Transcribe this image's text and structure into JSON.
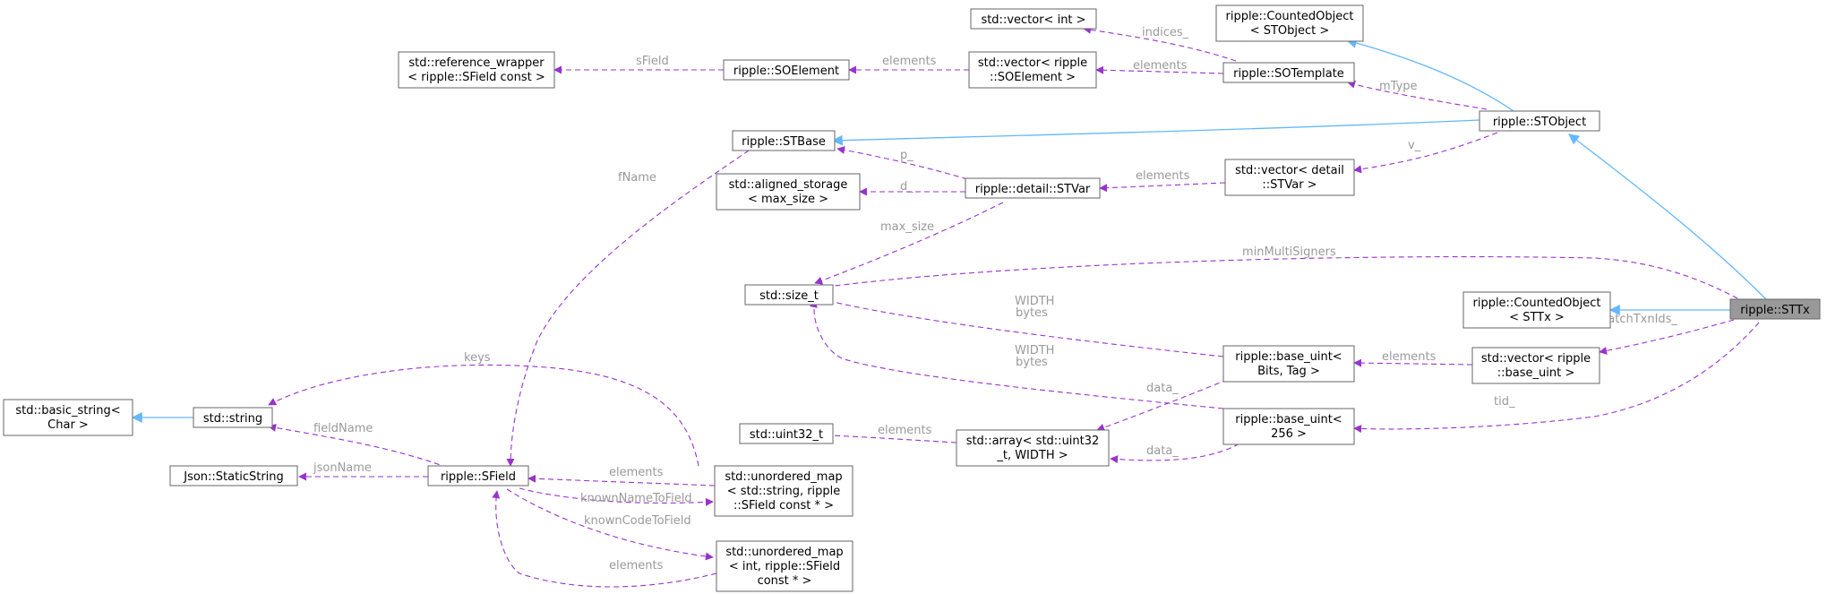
{
  "diagram": {
    "nodes": {
      "ref_wrapper": [
        "std::reference_wrapper",
        "< ripple::SField const >"
      ],
      "soelement": [
        "ripple::SOElement"
      ],
      "vec_soelement": [
        "std::vector< ripple",
        "::SOElement >"
      ],
      "vec_int": [
        "std::vector< int >"
      ],
      "counted_stobject": [
        "ripple::CountedObject",
        "< STObject >"
      ],
      "sotemplate": [
        "ripple::SOTemplate"
      ],
      "stobject": [
        "ripple::STObject"
      ],
      "stbase": [
        "ripple::STBase"
      ],
      "aligned_storage": [
        "std::aligned_storage",
        "< max_size >"
      ],
      "stvar": [
        "ripple::detail::STVar"
      ],
      "vec_stvar": [
        "std::vector< detail",
        "::STVar >"
      ],
      "size_t": [
        "std::size_t"
      ],
      "counted_sttx": [
        "ripple::CountedObject",
        "< STTx >"
      ],
      "sttx": [
        "ripple::STTx"
      ],
      "base_uint_bits": [
        "ripple::base_uint<",
        "Bits, Tag >"
      ],
      "vec_base_uint": [
        "std::vector< ripple",
        "::base_uint >"
      ],
      "base_uint_256": [
        "ripple::base_uint<",
        "256 >"
      ],
      "basic_string": [
        "std::basic_string<",
        "Char >"
      ],
      "string": [
        "std::string"
      ],
      "uint32": [
        "std::uint32_t"
      ],
      "array": [
        "std::array< std::uint32",
        "_t, WIDTH >"
      ],
      "static_string": [
        "Json::StaticString"
      ],
      "sfield": [
        "ripple::SField"
      ],
      "umap_string": [
        "std::unordered_map",
        "< std::string, ripple",
        "::SField const * >"
      ],
      "umap_int": [
        "std::unordered_map",
        "< int, ripple::SField",
        "const * >"
      ]
    },
    "edge_labels": {
      "sField": "sField",
      "elements_soelem": "elements",
      "indices": "indices_",
      "elements_sotemplate": "elements",
      "mType": "mType",
      "fName": "fName",
      "p": "p_",
      "d": "d_",
      "elements_stvar": "elements",
      "v": "v_",
      "max_size": "max_size",
      "minMultiSigners": "minMultiSigners_",
      "width_bytes_1": [
        "WIDTH",
        "bytes"
      ],
      "batchTxnIds": "batchTxnIds_",
      "elements_base_uint": "elements",
      "width_bytes_2": [
        "WIDTH",
        "bytes"
      ],
      "keys": "keys",
      "data_1": "data_",
      "tid": "tid_",
      "fieldName": "fieldName",
      "elements_uint32": "elements",
      "data_2": "data_",
      "jsonName": "jsonName",
      "elements_umap": "elements",
      "knownNameToField": "knownNameToField",
      "knownCodeToField": "knownCodeToField",
      "elements_umap_int": "elements"
    },
    "colors": {
      "usage_edge": "#9a32cd",
      "inheritance_edge": "#63b8ff",
      "label": "#9a9a9a",
      "highlight_fill": "#999999",
      "node_border": "#666666"
    }
  }
}
